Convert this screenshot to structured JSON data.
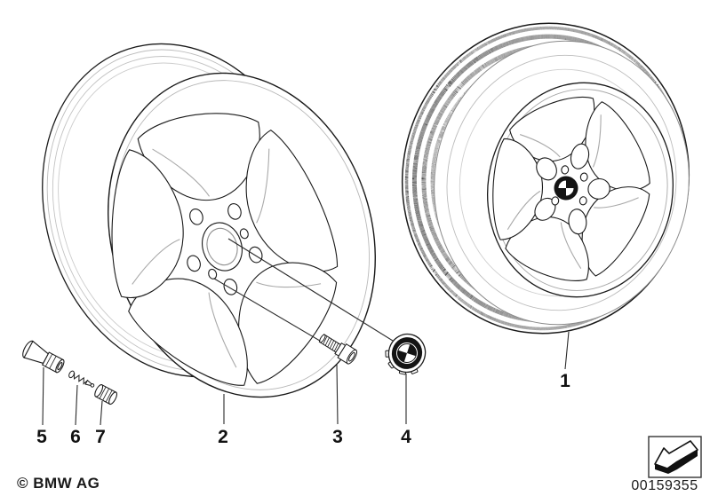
{
  "colors": {
    "background": "#ffffff",
    "line": "#1a1a1a",
    "light_line": "#b3b3b3",
    "text": "#111111"
  },
  "callouts": {
    "wheel_with_tire": "1",
    "alloy_wheel": "2",
    "wheel_bolt": "3",
    "hub_cap": "4",
    "valve_stem": "5",
    "valve_core": "6",
    "valve_cap": "7"
  },
  "footer": {
    "copyright": "© BMW AG",
    "document_number": "00159355"
  },
  "icons": {
    "direction_arrow": "arrow-down-left"
  }
}
